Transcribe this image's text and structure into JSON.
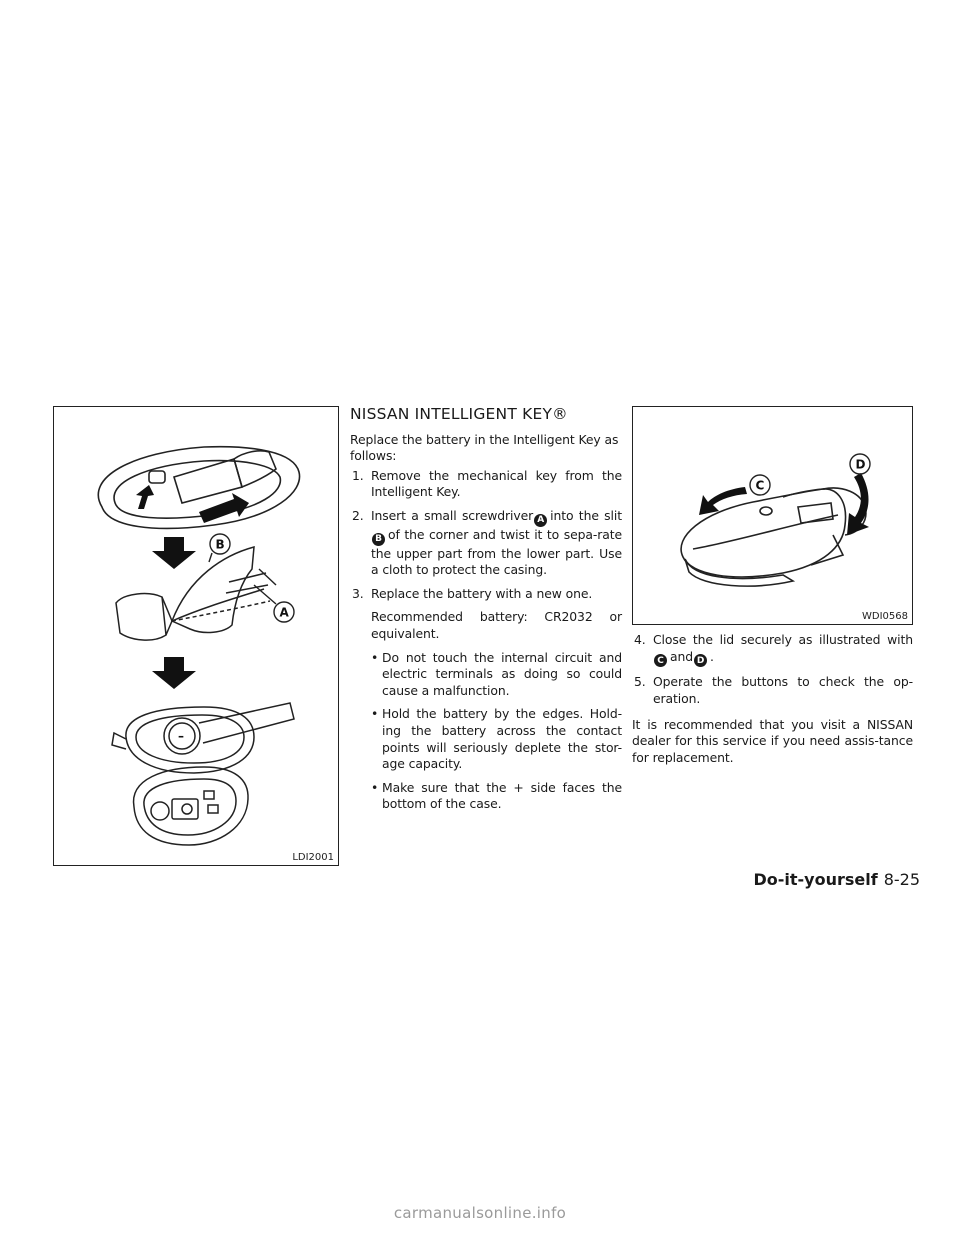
{
  "figure_left": {
    "code": "LDI2001",
    "labels": {
      "a": "A",
      "b": "B"
    },
    "battery_sign": "–"
  },
  "figure_right": {
    "code": "WDI0568",
    "labels": {
      "c": "C",
      "d": "D"
    }
  },
  "section": {
    "title": "NISSAN INTELLIGENT KEY®",
    "intro": "Replace the battery in the Intelligent Key as follows:",
    "steps": [
      {
        "num": "1.",
        "text": "Remove the mechanical key from the Intelligent Key."
      },
      {
        "num": "2.",
        "part1": "Insert a small screwdriver",
        "ref1": "A",
        "part2": "into the slit",
        "ref2": "B",
        "part3": "of the corner and twist it to sepa-rate the upper part from the lower part. Use a cloth to protect the casing."
      },
      {
        "num": "3.",
        "text": "Replace the battery with a new one."
      }
    ],
    "recommended": "Recommended battery: CR2032 or equivalent.",
    "bullets": [
      "Do not touch the internal circuit and electric terminals as doing so could cause a malfunction.",
      "Hold the battery by the edges. Hold-ing the battery across the contact points will seriously deplete the stor-age capacity.",
      "Make sure that the + side faces the bottom of the case."
    ],
    "bullet_symbol": "•",
    "step4": {
      "num": "4.",
      "part1": "Close the lid securely as illustrated with",
      "ref1": "C",
      "mid": "and",
      "ref2": "D",
      "end": "."
    },
    "step5": {
      "num": "5.",
      "text": "Operate the buttons to check the op-eration."
    },
    "closing": "It is recommended that you visit a NISSAN dealer for this service if you need assis-tance for replacement."
  },
  "footer": {
    "section": "Do-it-yourself",
    "page": "8-25"
  },
  "watermark": "carmanualsonline.info"
}
